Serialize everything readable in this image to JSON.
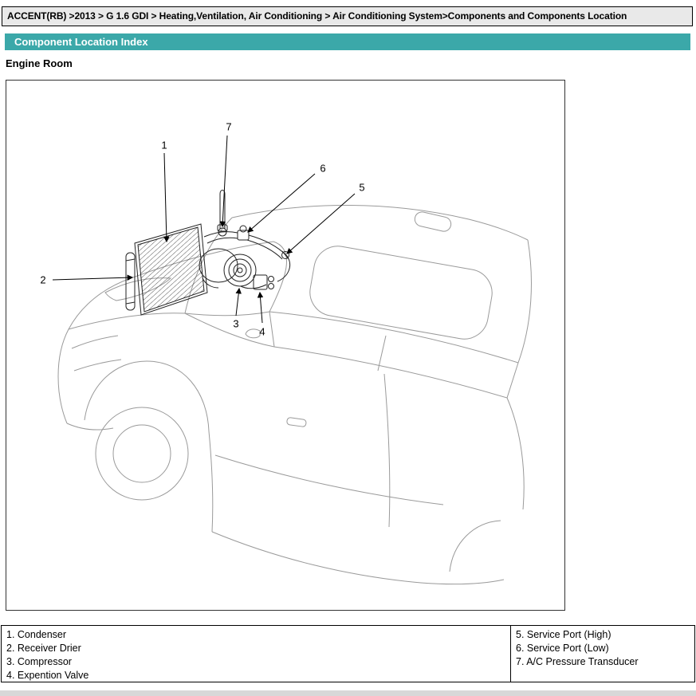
{
  "breadcrumb": {
    "text": "ACCENT(RB) >2013 > G 1.6 GDI > Heating,Ventilation, Air Conditioning > Air Conditioning System>Components and Components Location"
  },
  "header": {
    "title": "Component Location Index"
  },
  "section": {
    "title": "Engine Room"
  },
  "diagram": {
    "callouts": [
      "1",
      "2",
      "3",
      "4",
      "5",
      "6",
      "7"
    ]
  },
  "legend": {
    "left_items": [
      "1. Condenser",
      "2. Receiver Drier",
      "3. Compressor",
      "4. Expention Valve"
    ],
    "right_items": [
      "5. Service Port (High)",
      "6. Service Port (Low)",
      "7. A/C Pressure Transducer"
    ]
  },
  "colors": {
    "header_bar": "#3BA8A9",
    "breadcrumb_bg": "#E9E9E9",
    "diagram_border": "#333333"
  }
}
